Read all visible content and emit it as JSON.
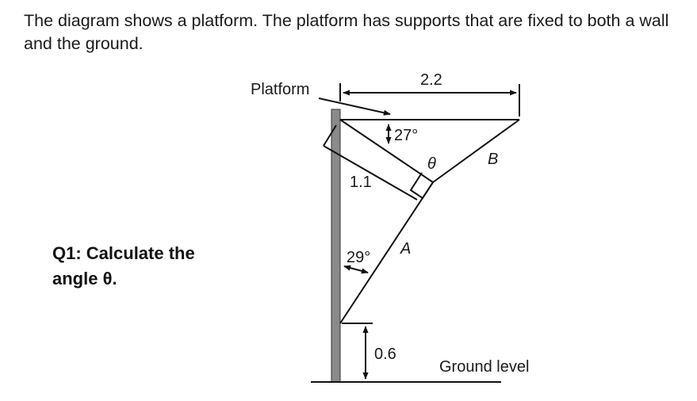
{
  "intro": {
    "line1": "The diagram shows a platform. The platform has supports that are fixed to both a wall",
    "line2": "and the ground."
  },
  "question": {
    "line1": "Q1: Calculate the",
    "line2": "angle θ."
  },
  "diagram": {
    "platform_label": "Platform",
    "width_label": "2.2",
    "angle_top_label": "27°",
    "theta_label": "θ",
    "support_b_label": "B",
    "length_label": "1.1",
    "support_a_label": "A",
    "angle_bottom_label": "29°",
    "height_label": "0.6",
    "ground_label": "Ground level"
  },
  "colors": {
    "wall": "#8a8a8a",
    "line": "#111111",
    "text": "#1a1a1a"
  }
}
